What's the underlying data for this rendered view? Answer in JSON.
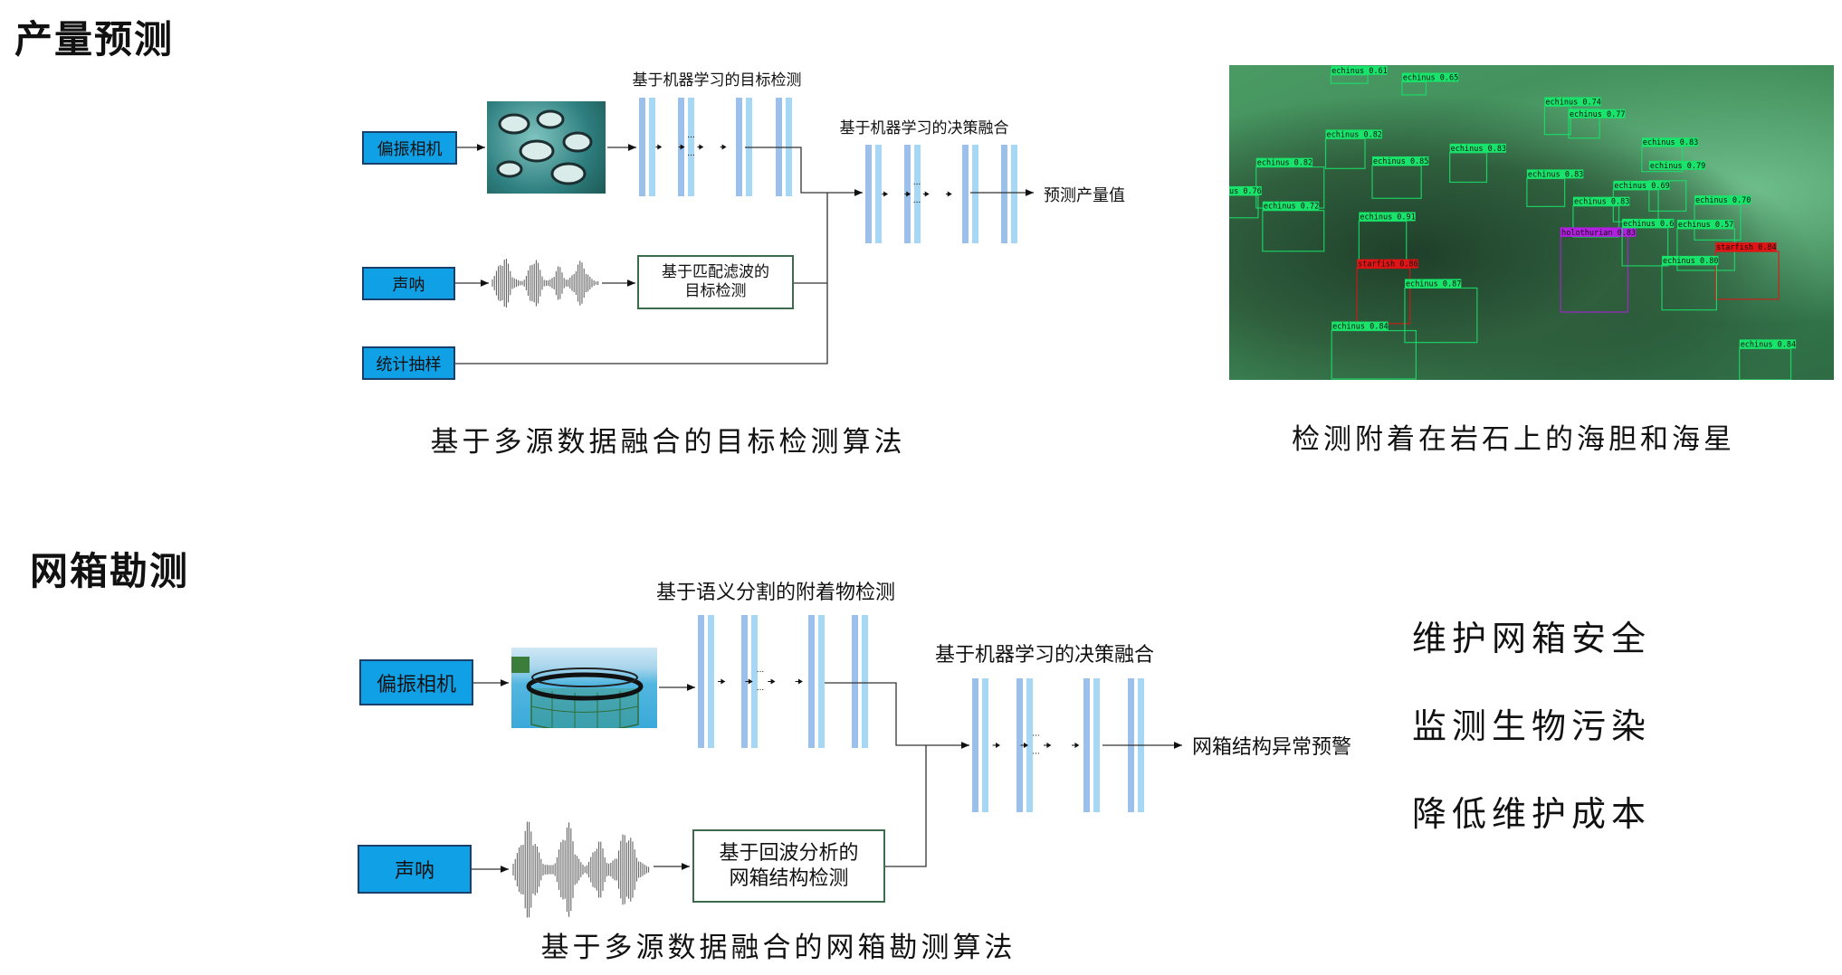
{
  "section1": {
    "title": "产量预测",
    "inputs": {
      "camera": "偏振相机",
      "sonar": "声呐",
      "sampling": "统计抽样"
    },
    "detection_label": "基于机器学习的目标检测",
    "matched_filter_label": [
      "基于匹配滤波的",
      "目标检测"
    ],
    "fusion_label": "基于机器学习的决策融合",
    "output": "预测产量值",
    "caption": "基于多源数据融合的目标检测算法"
  },
  "detection_image": {
    "caption": "检测附着在岩石上的海胆和海星",
    "detections": [
      {
        "label": "echinus",
        "score": "0.61"
      },
      {
        "label": "echinus",
        "score": "0.65"
      },
      {
        "label": "echinus",
        "score": "0.74"
      },
      {
        "label": "echinus",
        "score": "0.77"
      },
      {
        "label": "echinus",
        "score": "0.82"
      },
      {
        "label": "echinus",
        "score": "0.82"
      },
      {
        "label": "echinus",
        "score": "0.85"
      },
      {
        "label": "echinus",
        "score": "0.83"
      },
      {
        "label": "echinus",
        "score": "0.83"
      },
      {
        "label": "echinus",
        "score": "0.76"
      },
      {
        "label": "echinus",
        "score": "0.72"
      },
      {
        "label": "echinus",
        "score": "0.83"
      },
      {
        "label": "echinus",
        "score": "0.79"
      },
      {
        "label": "echinus",
        "score": "0.69"
      },
      {
        "label": "echinus",
        "score": "0.70"
      },
      {
        "label": "echinus",
        "score": "0.83"
      },
      {
        "label": "holothurian",
        "score": "0.83"
      },
      {
        "label": "echinus",
        "score": "0.6"
      },
      {
        "label": "echinus",
        "score": "0.57"
      },
      {
        "label": "echinus",
        "score": "0.91"
      },
      {
        "label": "starfish",
        "score": "0.86"
      },
      {
        "label": "starfish",
        "score": "0.84"
      },
      {
        "label": "echinus",
        "score": "0.80"
      },
      {
        "label": "echinus",
        "score": "0.87"
      },
      {
        "label": "echinus",
        "score": "0.84"
      },
      {
        "label": "echinus",
        "score": "0.84"
      }
    ],
    "colors": {
      "echinus": "#19e36b",
      "holothurian": "#b21fe0",
      "starfish": "#e01414"
    }
  },
  "section2": {
    "title": "网箱勘测",
    "inputs": {
      "camera": "偏振相机",
      "sonar": "声呐"
    },
    "segmentation_label": "基于语义分割的附着物检测",
    "echo_label": [
      "基于回波分析的",
      "网箱结构检测"
    ],
    "fusion_label": "基于机器学习的决策融合",
    "output": "网箱结构异常预警",
    "caption": "基于多源数据融合的网箱勘测算法",
    "benefits": [
      "维护网箱安全",
      "监测生物污染",
      "降低维护成本"
    ]
  },
  "colors": {
    "input_box": "#0fa0e6",
    "layer_a": "#9cc0ec",
    "layer_b": "#a6d8f6"
  }
}
